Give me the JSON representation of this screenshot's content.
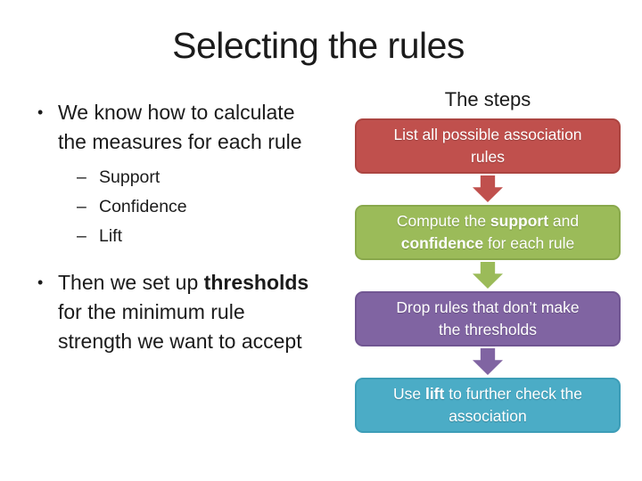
{
  "slide_title": "Selecting the rules",
  "colors": {
    "background": "#FFFFFF",
    "body_text": "#1B1B1B",
    "box_text": "#FFFFFF"
  },
  "left_panel": {
    "bullets": [
      {
        "level": 1,
        "marker": "•",
        "segments": [
          {
            "text": "We know how to calculate\nthe measures for each rule",
            "bold": false
          }
        ]
      },
      {
        "level": 2,
        "marker": "–",
        "segments": [
          {
            "text": "Support",
            "bold": false
          }
        ]
      },
      {
        "level": 2,
        "marker": "–",
        "segments": [
          {
            "text": "Confidence",
            "bold": false
          }
        ]
      },
      {
        "level": 2,
        "marker": "–",
        "segments": [
          {
            "text": "Lift",
            "bold": false
          }
        ]
      },
      {
        "level": 1,
        "marker": "•",
        "segments": [
          {
            "text": "Then we set up ",
            "bold": false
          },
          {
            "text": "thresholds",
            "bold": true
          },
          {
            "text": "\nfor the minimum rule\nstrength we want to accept",
            "bold": false
          }
        ]
      }
    ]
  },
  "right_panel": {
    "heading": "The steps",
    "steps": [
      {
        "id": "list-rules",
        "fill": "#C0504D",
        "border": "#AC4541",
        "segments": [
          {
            "text": "List all possible association\nrules",
            "bold": false
          }
        ]
      },
      {
        "id": "compute-support-confidence",
        "fill": "#9BBB59",
        "border": "#89A84C",
        "segments": [
          {
            "text": "Compute the ",
            "bold": false
          },
          {
            "text": "support",
            "bold": true
          },
          {
            "text": " and\n",
            "bold": false
          },
          {
            "text": "confidence",
            "bold": true
          },
          {
            "text": " for each rule",
            "bold": false
          }
        ]
      },
      {
        "id": "drop-rules",
        "fill": "#8064A2",
        "border": "#715692",
        "segments": [
          {
            "text": "Drop rules that don’t make\nthe thresholds",
            "bold": false
          }
        ]
      },
      {
        "id": "use-lift",
        "fill": "#4BACC6",
        "border": "#3D9DB7",
        "segments": [
          {
            "text": "Use ",
            "bold": false
          },
          {
            "text": "lift",
            "bold": true
          },
          {
            "text": " to further check the\nassociation",
            "bold": false
          }
        ]
      }
    ]
  }
}
